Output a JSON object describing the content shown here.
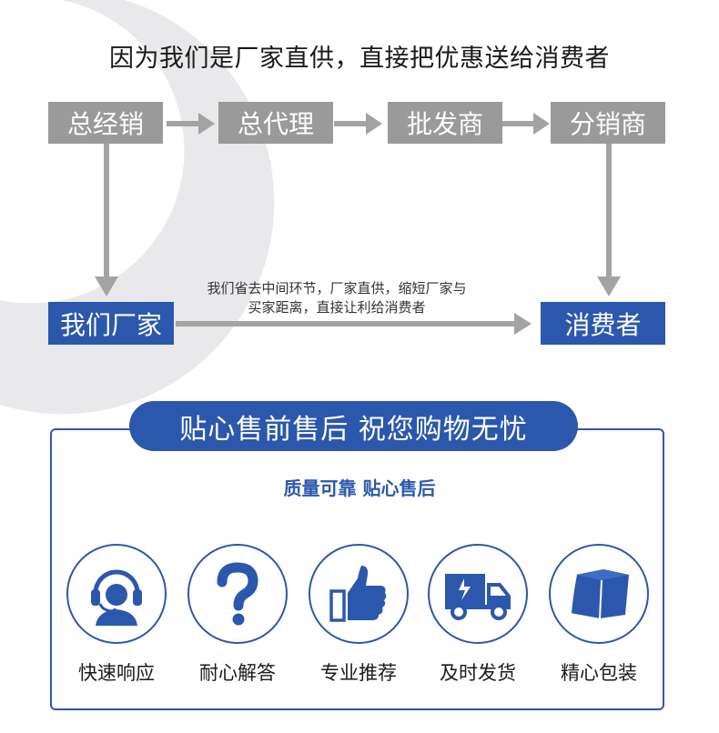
{
  "headline": "因为我们是厂家直供，直接把优惠送给消费者",
  "chain": [
    {
      "label": "总经销"
    },
    {
      "label": "总代理"
    },
    {
      "label": "批发商"
    },
    {
      "label": "分销商"
    }
  ],
  "factory": {
    "label": "我们厂家"
  },
  "consumer": {
    "label": "消费者"
  },
  "shortcut_note": {
    "line1": "我们省去中间环节，厂家直供，缩短厂家与",
    "line2": "买家距离，直接让利给消费者"
  },
  "service": {
    "banner": "贴心售前售后  祝您购物无忧",
    "subtitle": "质量可靠 贴心售后",
    "features": [
      {
        "label": "快速响应",
        "icon": "headset-agent-icon"
      },
      {
        "label": "耐心解答",
        "icon": "question-mark-icon"
      },
      {
        "label": "专业推荐",
        "icon": "thumbs-up-icon"
      },
      {
        "label": "及时发货",
        "icon": "delivery-truck-icon"
      },
      {
        "label": "精心包装",
        "icon": "package-box-icon"
      }
    ]
  },
  "colors": {
    "brand_blue": "#2b58ad",
    "chain_grey": "#9a9a9a",
    "arrow_grey": "#a3a3a3",
    "bg_shape": "#e9e9ec"
  }
}
